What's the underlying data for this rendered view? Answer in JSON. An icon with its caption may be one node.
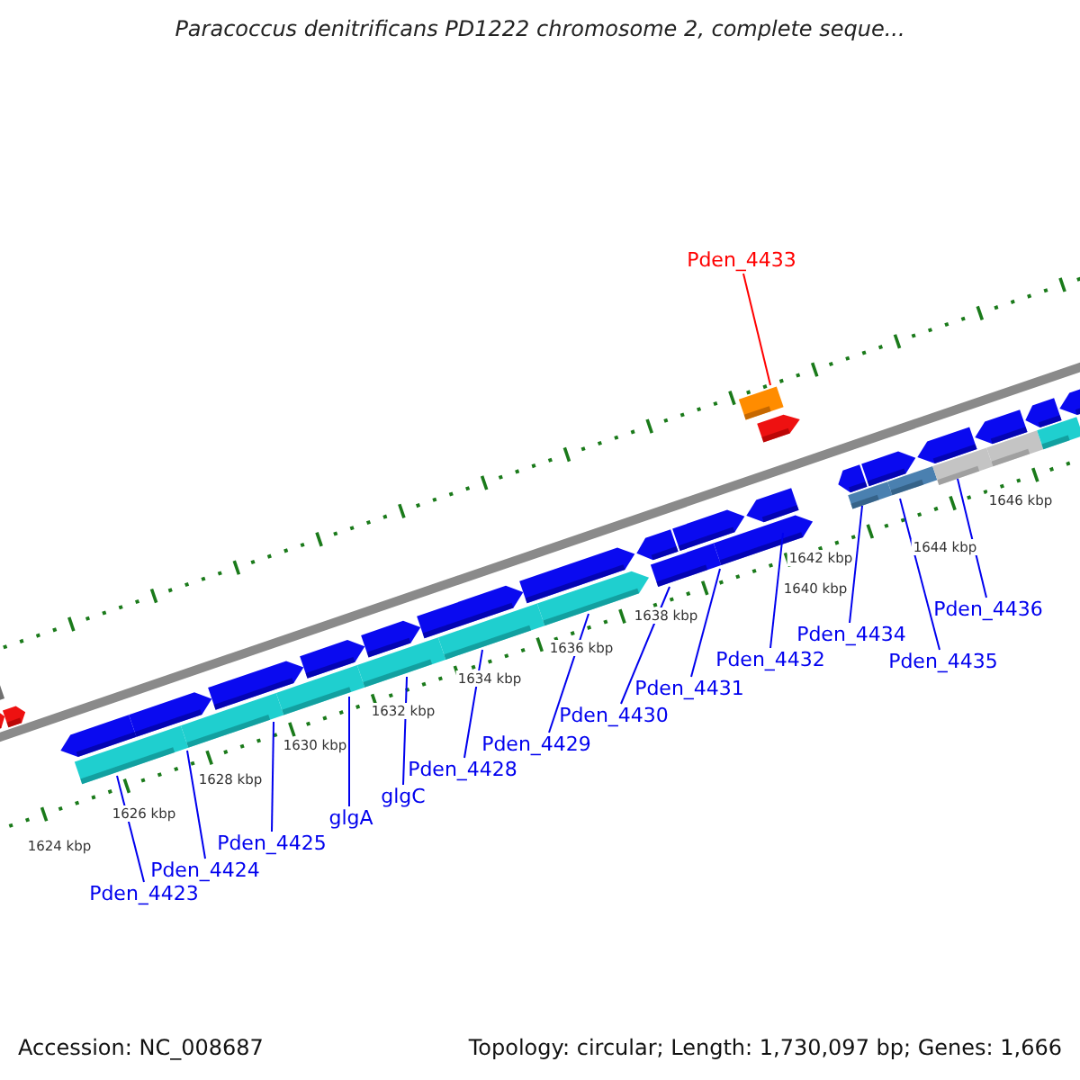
{
  "diagram": {
    "title": "Paracoccus denitrificans PD1222 chromosome 2, complete seque...",
    "nodes": [
      {
        "text": [
          "Pden_4433"
        ]
      },
      {
        "text": [
          "Pden_4423"
        ]
      },
      {
        "text": [
          "Pden_4424"
        ]
      },
      {
        "text": [
          "Pden_4425"
        ]
      },
      {
        "text": [
          "glgA"
        ]
      },
      {
        "text": [
          "glgC"
        ]
      },
      {
        "text": [
          "Pden_4428"
        ]
      },
      {
        "text": [
          "Pden_4429"
        ]
      },
      {
        "text": [
          "Pden_4430"
        ]
      },
      {
        "text": [
          "Pden_4431"
        ]
      },
      {
        "text": [
          "Pden_4432"
        ]
      },
      {
        "text": [
          "Pden_4434"
        ]
      },
      {
        "text": [
          "Pden_4435"
        ]
      },
      {
        "text": [
          "Pden_4436"
        ]
      }
    ],
    "edges": [
      {
        "from": 0,
        "to": null,
        "arrow": "none",
        "color": "#ff0000"
      },
      {
        "from": 1,
        "to": null,
        "arrow": "none"
      },
      {
        "from": 2,
        "to": null,
        "arrow": "none"
      },
      {
        "from": 3,
        "to": null,
        "arrow": "none"
      },
      {
        "from": 4,
        "to": null,
        "arrow": "none"
      },
      {
        "from": 5,
        "to": null,
        "arrow": "none"
      },
      {
        "from": 6,
        "to": null,
        "arrow": "none"
      },
      {
        "from": 7,
        "to": null,
        "arrow": "none"
      },
      {
        "from": 8,
        "to": null,
        "arrow": "none"
      },
      {
        "from": 9,
        "to": null,
        "arrow": "none"
      },
      {
        "from": 10,
        "to": null,
        "arrow": "none"
      },
      {
        "from": 11,
        "to": null,
        "arrow": "none"
      },
      {
        "from": 12,
        "to": null,
        "arrow": "none"
      },
      {
        "from": 13,
        "to": null,
        "arrow": "none"
      }
    ],
    "labels": [
      "1646 kbp",
      "1644 kbp",
      "1642 kbp",
      "1640 kbp",
      "1638 kbp",
      "1636 kbp",
      "1634 kbp",
      "1632 kbp",
      "1630 kbp",
      "1628 kbp",
      "1626 kbp",
      "1624 kbp",
      "Accession: NC_008687",
      "Topology: circular; Length: 1,730,097 bp; Genes: 1,666"
    ]
  }
}
